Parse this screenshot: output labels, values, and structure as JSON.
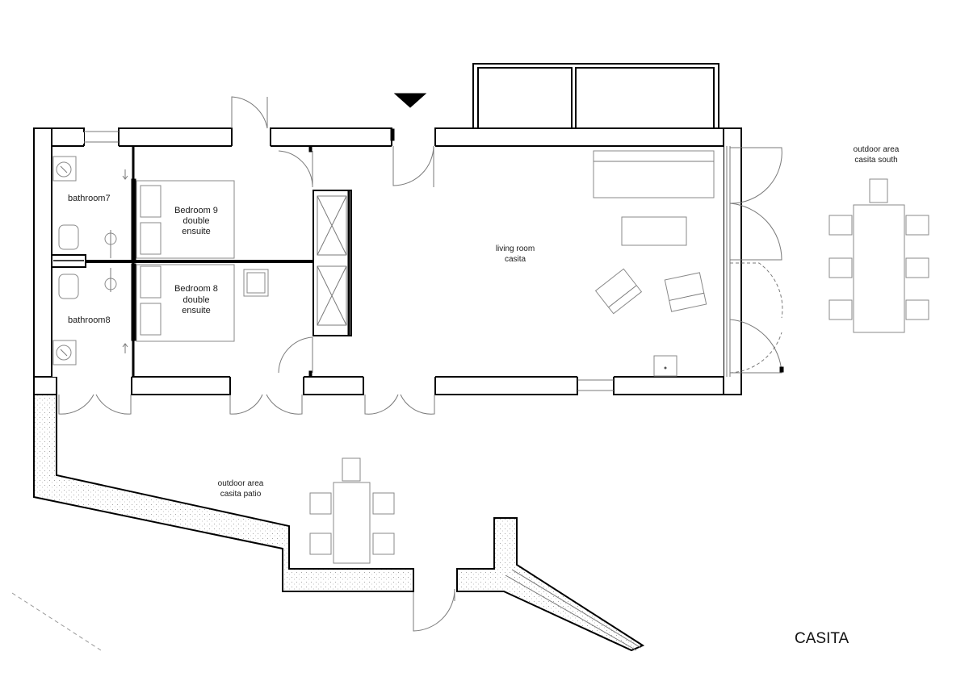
{
  "rooms": {
    "bathroom7": "bathroom7",
    "bathroom8": "bathroom8",
    "bedroom9": {
      "name": "Bedroom 9",
      "type": "double",
      "feature": "ensuite"
    },
    "bedroom8": {
      "name": "Bedroom 8",
      "type": "double",
      "feature": "ensuite"
    },
    "living": {
      "line1": "living room",
      "line2": "casita"
    }
  },
  "outdoor": {
    "south": {
      "line1": "outdoor area",
      "line2": "casita south"
    },
    "patio": {
      "line1": "outdoor area",
      "line2": "casita patio"
    }
  },
  "title": "CASITA",
  "colors": {
    "wall": "#000000",
    "fixture": "#8a8a8a",
    "background": "#ffffff"
  }
}
